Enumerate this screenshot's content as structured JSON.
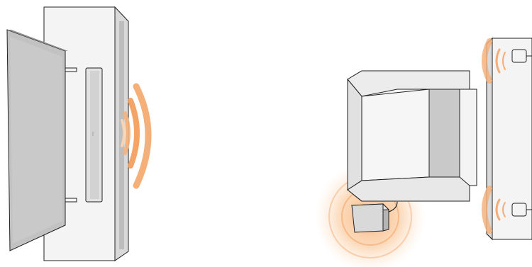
{
  "figure": {
    "panels": [
      {
        "id": "left-panel",
        "illustration": "wall-panel-with-side-bracket-and-signal",
        "elements": [
          "wall-cabinet",
          "side-bracket-panel",
          "center-slot",
          "signal-waves"
        ]
      },
      {
        "id": "right-panel",
        "illustration": "top-view-box-with-sensor-and-wall-strip",
        "elements": [
          "box-frame",
          "small-sensor-box",
          "wall-strip",
          "signal-waves"
        ]
      }
    ],
    "colors": {
      "outline": "#222222",
      "panel_light": "#f2f2f2",
      "panel_mid": "#d6d6d6",
      "panel_dark": "#b8b8b8",
      "signal_orange": "#f0a86a",
      "signal_fill": "#fbd8b8"
    }
  }
}
